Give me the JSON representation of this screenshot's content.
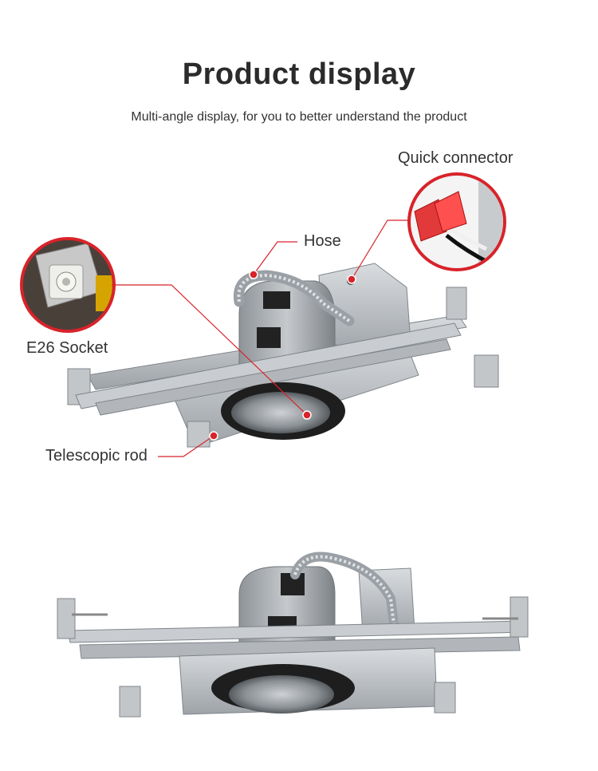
{
  "header": {
    "title": "Product display",
    "subtitle": "Multi-angle display, for you to better understand the product"
  },
  "callouts": {
    "quick_connector": "Quick connector",
    "hose": "Hose",
    "e26_socket": "E26 Socket",
    "telescopic_rod": "Telescopic rod"
  },
  "colors": {
    "accent": "#d8232a",
    "metal": "#b9bcbf",
    "dark": "#2a2a2a"
  }
}
